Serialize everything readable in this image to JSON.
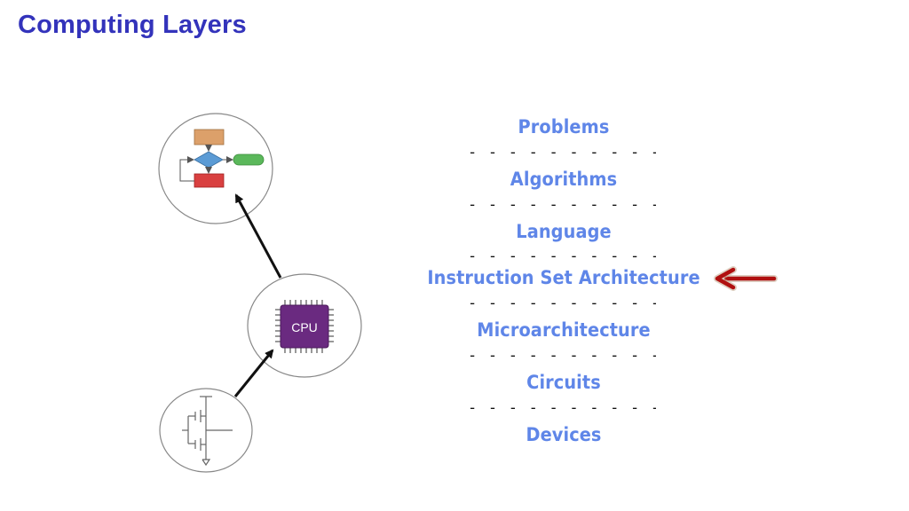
{
  "title": "Computing Layers",
  "layers": [
    "Problems",
    "Algorithms",
    "Language",
    "Instruction Set Architecture",
    "Microarchitecture",
    "Circuits",
    "Devices"
  ],
  "separator": "- - - - - - - - - - - - - - - - - - -",
  "highlighted_layer": "Instruction Set Architecture",
  "cpu_chip_label": "CPU",
  "icons": [
    "flowchart-icon",
    "cpu-chip-icon",
    "transistor-circuit-icon",
    "pointer-arrow-icon"
  ],
  "colors": {
    "title": "#3333bb",
    "layer_text": "#5f86e8",
    "arrow": "#b01010",
    "cpu_chip": "#6a2a80",
    "flow_box_top": "#dca06a",
    "flow_diamond": "#5b9bd5",
    "flow_terminal": "#5bb85b",
    "flow_box_bottom": "#d94040"
  }
}
